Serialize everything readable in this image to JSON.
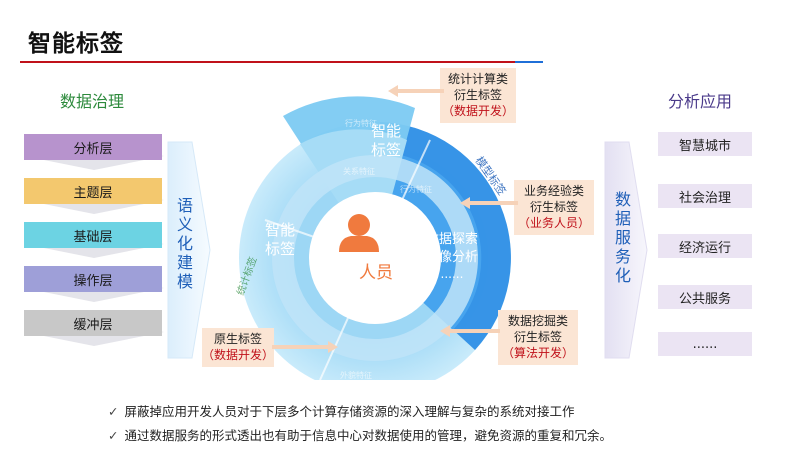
{
  "title": "智能标签",
  "left_panel": {
    "title": "数据治理",
    "layers": [
      {
        "label": "分析层",
        "color": "#b793cd"
      },
      {
        "label": "主题层",
        "color": "#f3c86e"
      },
      {
        "label": "基础层",
        "color": "#6cd3e3"
      },
      {
        "label": "操作层",
        "color": "#9e9fd8"
      },
      {
        "label": "缓冲层",
        "color": "#c8c8c8"
      }
    ],
    "modeling_label": [
      "语",
      "义",
      "化",
      "建",
      "模"
    ]
  },
  "right_panel": {
    "title": "分析应用",
    "service_label": [
      "数",
      "据",
      "服",
      "务",
      "化"
    ],
    "apps": [
      "智慧城市",
      "社会治理",
      "经济运行",
      "公共服务",
      "......"
    ]
  },
  "center": {
    "core_label": "人员",
    "smart_tag_top": "智能\n标签",
    "smart_tag_left": "智能\n标签",
    "analysis_label": "数据探索\n画像分析",
    "analysis_dots": "......",
    "ring_small_labels": [
      "行为特征",
      "关系特征",
      "外貌特征",
      "行为特征",
      "模型标签",
      "统计标签"
    ]
  },
  "callouts": {
    "top": {
      "line1": "统计计算类",
      "line2": "衍生标签",
      "line3": "（数据开发）"
    },
    "mid": {
      "line1": "业务经验类",
      "line2": "衍生标签",
      "line3": "（业务人员）"
    },
    "low": {
      "line1": "数据挖掘类",
      "line2": "衍生标签",
      "line3": "（算法开发）"
    },
    "left": {
      "line1": "原生标签",
      "line2": "（数据开发）"
    }
  },
  "bullets": [
    "屏蔽掉应用开发人员对于下层多个计算存储资源的深入理解与复杂的系统对接工作",
    "通过数据服务的形式透出也有助于信息中心对数据使用的管理，避免资源的重复和冗余。"
  ],
  "colors": {
    "accent_red": "#c0111a",
    "ring_blue": "#2f8fe6",
    "ring_light": "#a9dbf6"
  }
}
